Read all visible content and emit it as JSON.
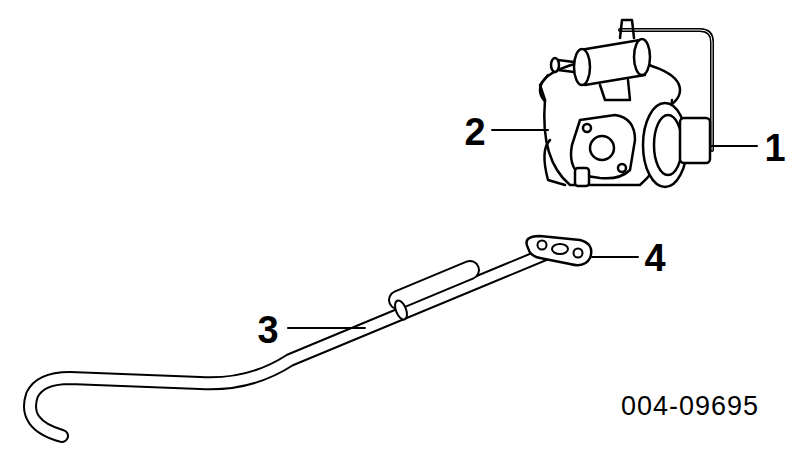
{
  "diagram": {
    "labels": [
      "2",
      "1",
      "4",
      "3",
      "004-09695"
    ]
  }
}
